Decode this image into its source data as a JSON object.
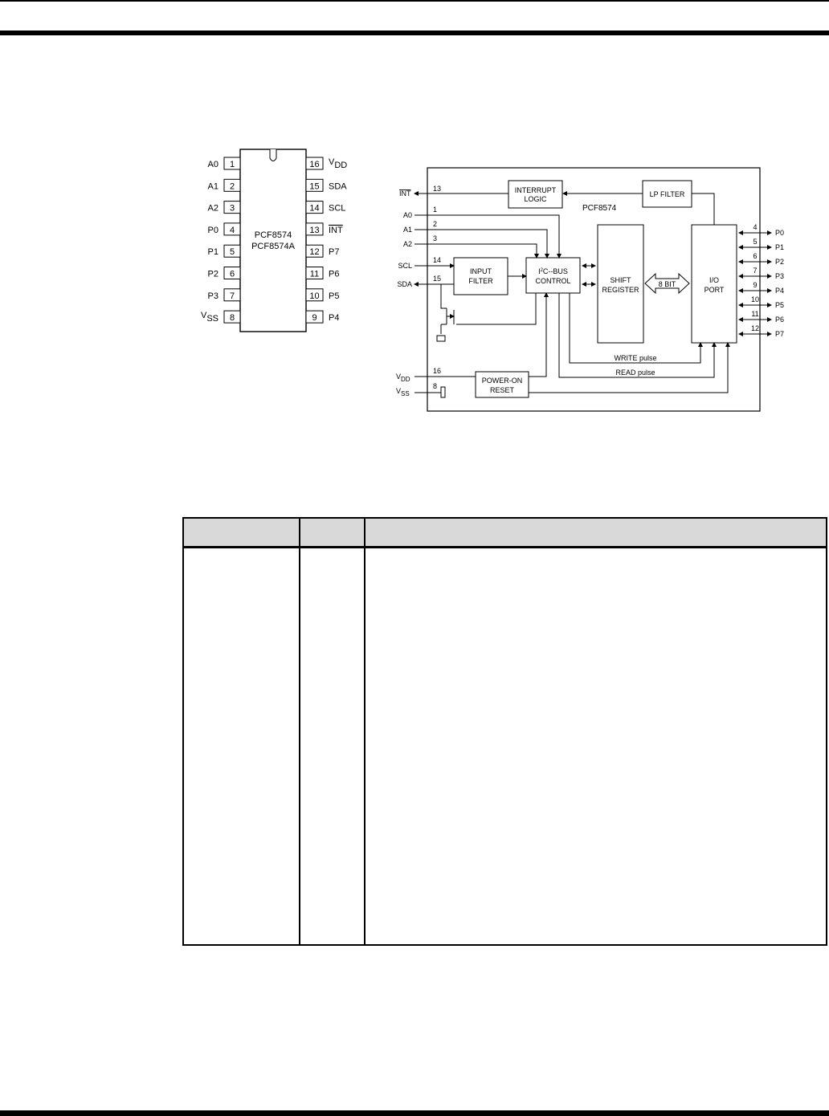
{
  "pinout": {
    "chip_name_1": "PCF8574",
    "chip_name_2": "PCF8574A",
    "left_pins": [
      {
        "label": "A0",
        "num": "1"
      },
      {
        "label": "A1",
        "num": "2"
      },
      {
        "label": "A2",
        "num": "3"
      },
      {
        "label": "P0",
        "num": "4"
      },
      {
        "label": "P1",
        "num": "5"
      },
      {
        "label": "P2",
        "num": "6"
      },
      {
        "label": "P3",
        "num": "7"
      },
      {
        "label": "V",
        "sub": "SS",
        "num": "8"
      }
    ],
    "right_pins": [
      {
        "label": "V",
        "sub": "DD",
        "num": "16"
      },
      {
        "label": "SDA",
        "num": "15"
      },
      {
        "label": "SCL",
        "num": "14"
      },
      {
        "label": "INT",
        "num": "13"
      },
      {
        "label": "P7",
        "num": "12"
      },
      {
        "label": "P6",
        "num": "11"
      },
      {
        "label": "P5",
        "num": "10"
      },
      {
        "label": "P4",
        "num": "9"
      }
    ]
  },
  "block": {
    "device": "PCF8574",
    "interrupt_1": "INTERRUPT",
    "interrupt_2": "LOGIC",
    "lp_filter": "LP FILTER",
    "input_1": "INPUT",
    "input_2": "FILTER",
    "i2c_1_a": "I",
    "i2c_1_sup": "2",
    "i2c_1_b": "C--BUS",
    "i2c_2": "CONTROL",
    "shift_1": "SHIFT",
    "shift_2": "REGISTER",
    "bus_width": "8 BIT",
    "io_1": "I/O",
    "io_2": "PORT",
    "por_1": "POWER-ON",
    "por_2": "RESET",
    "write_pulse": "WRITE pulse",
    "read_pulse": "READ pulse",
    "int_label": "INT",
    "int_num": "13",
    "left_signals": [
      {
        "label": "A0",
        "num": "1"
      },
      {
        "label": "A1",
        "num": "2"
      },
      {
        "label": "A2",
        "num": "3"
      },
      {
        "label": "SCL",
        "num": "14"
      },
      {
        "label": "SDA",
        "num": "15"
      }
    ],
    "vdd": {
      "label": "V",
      "sub": "DD",
      "num": "16"
    },
    "vss": {
      "label": "V",
      "sub": "SS",
      "num": "8"
    },
    "ports": [
      {
        "label": "P0",
        "num": "4"
      },
      {
        "label": "P1",
        "num": "5"
      },
      {
        "label": "P2",
        "num": "6"
      },
      {
        "label": "P3",
        "num": "7"
      },
      {
        "label": "P4",
        "num": "9"
      },
      {
        "label": "P5",
        "num": "10"
      },
      {
        "label": "P6",
        "num": "11"
      },
      {
        "label": "P7",
        "num": "12"
      }
    ]
  }
}
